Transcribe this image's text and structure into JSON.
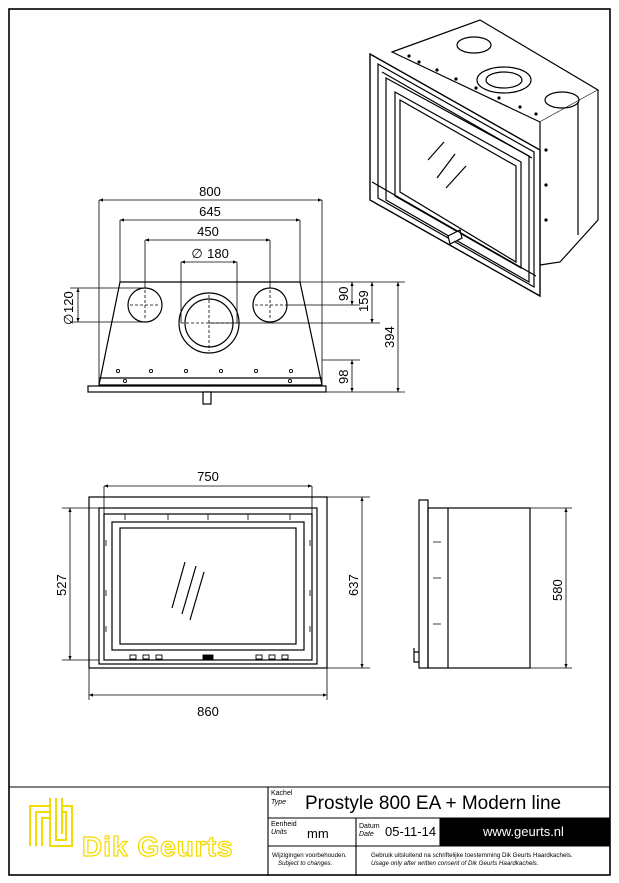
{
  "dimensions": {
    "top_overall_width": "800",
    "top_inner_width": "645",
    "top_collar_spacing": "450",
    "top_center_diameter": "180",
    "top_side_diameter": "120",
    "top_side_offset": "90",
    "top_center_offset": "159",
    "top_depth": "394",
    "top_front_depth": "98",
    "front_glass_width": "750",
    "front_glass_height": "527",
    "front_height": "637",
    "front_width": "860",
    "side_height": "580",
    "diameter_symbol": "∅"
  },
  "title_block": {
    "logo_text": "Dik Geurts",
    "type_label_nl": "Kachel",
    "type_label_en": "Type",
    "type_value": "Prostyle 800 EA + Modern line",
    "units_label_nl": "Eenheid",
    "units_label_en": "Units",
    "units_value": "mm",
    "date_label_nl": "Datum",
    "date_label_en": "Date",
    "date_value": "05-11-14",
    "website": "www.geurts.nl",
    "changes_nl": "Wijzigingen voorbehouden.",
    "changes_en": "Subject to changes.",
    "consent_nl": "Gebruik uitsluitend na schriftelijke toestemming Dik Geurts Haardkachels.",
    "consent_en": "Usage only after written consent of Dik Geurts Haardkachels."
  },
  "colors": {
    "line": "#000000",
    "logo_yellow": "#f5dc00",
    "shade": "#d8d8d8"
  }
}
